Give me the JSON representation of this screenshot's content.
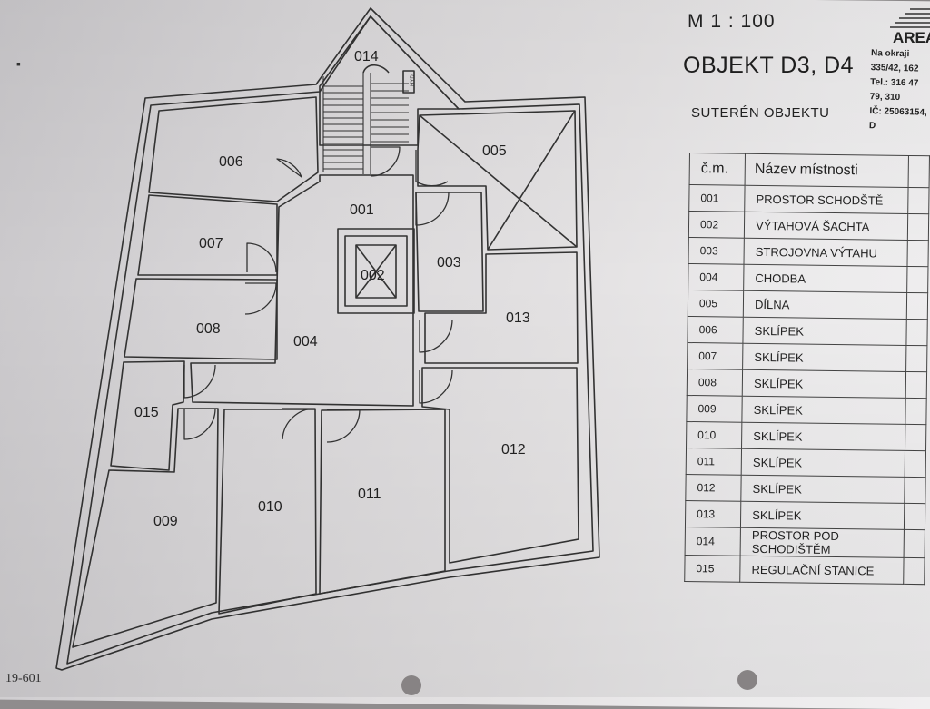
{
  "header": {
    "scale": "M  1 : 100",
    "object_title": "OBJEKT D3, D4",
    "subtitle": "SUTERÉN OBJEKTU"
  },
  "logo": {
    "text": "AREA",
    "lines": [
      "Na okraji 335/42, 162",
      "Tel.: 316 47 79, 310",
      "IČ: 25063154, D"
    ]
  },
  "corner_text": "19-601",
  "table": {
    "headers": [
      "č.m.",
      "Název místnosti"
    ],
    "rows": [
      {
        "num": "001",
        "name": "PROSTOR SCHODŠTĚ"
      },
      {
        "num": "002",
        "name": "VÝTAHOVÁ ŠACHTA"
      },
      {
        "num": "003",
        "name": "STROJOVNA VÝTAHU"
      },
      {
        "num": "004",
        "name": "CHODBA"
      },
      {
        "num": "005",
        "name": "DÍLNA"
      },
      {
        "num": "006",
        "name": "SKLÍPEK"
      },
      {
        "num": "007",
        "name": "SKLÍPEK"
      },
      {
        "num": "008",
        "name": "SKLÍPEK"
      },
      {
        "num": "009",
        "name": "SKLÍPEK"
      },
      {
        "num": "010",
        "name": "SKLÍPEK"
      },
      {
        "num": "011",
        "name": "SKLÍPEK"
      },
      {
        "num": "012",
        "name": "SKLÍPEK"
      },
      {
        "num": "013",
        "name": "SKLÍPEK"
      },
      {
        "num": "014",
        "name": "PROSTOR POD SCHODIŠTĚM"
      },
      {
        "num": "015",
        "name": "REGULAČNÍ STANICE"
      }
    ]
  },
  "plan": {
    "room_labels": [
      "014",
      "006",
      "005",
      "001",
      "007",
      "003",
      "002",
      "013",
      "008",
      "004",
      "015",
      "012",
      "011",
      "010",
      "009"
    ],
    "hydrant_label": "HYD."
  }
}
